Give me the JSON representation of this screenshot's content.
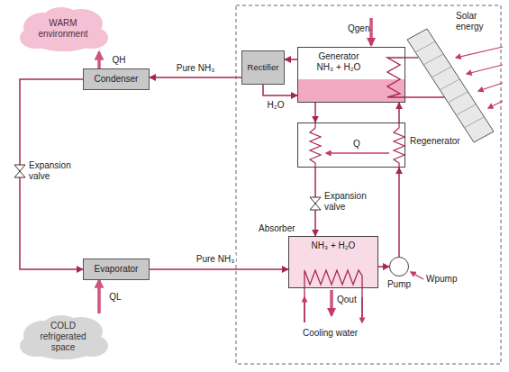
{
  "diagram": {
    "nodes": [
      {
        "text": [
          "WARM environment"
        ]
      },
      {
        "text": [
          "Condenser"
        ]
      },
      {
        "text": [
          "Rectifier"
        ]
      },
      {
        "text": [
          "Generator",
          "NH₃ + H₂O"
        ]
      },
      {
        "text": [
          "Regenerator"
        ]
      },
      {
        "text": [
          "Absorber",
          "NH₃ + H₂O"
        ]
      },
      {
        "text": [
          "Pump",
          "Wpump"
        ]
      },
      {
        "text": [
          "Evaporator"
        ]
      },
      {
        "text": [
          "COLD refrigerated space"
        ]
      }
    ],
    "edges": [
      {
        "from": 3,
        "to": 2,
        "arrow": "to"
      },
      {
        "from": 2,
        "to": 1,
        "label": "Pure NH₃",
        "arrow": "to"
      },
      {
        "from": 2,
        "to": 3,
        "label": "H₂O",
        "arrow": "to"
      },
      {
        "from": 1,
        "to": 0,
        "label": "QH",
        "arrow": "to"
      },
      {
        "from": 1,
        "to": 7,
        "arrow": "to"
      },
      {
        "from": 8,
        "to": 7,
        "label": "QL",
        "arrow": "to"
      },
      {
        "from": 7,
        "to": 5,
        "label": "Pure NH₃",
        "arrow": "to"
      },
      {
        "from": 3,
        "to": 4,
        "arrow": "to"
      },
      {
        "from": 4,
        "to": 5,
        "arrow": "to"
      },
      {
        "from": 5,
        "to": 6,
        "arrow": "to"
      },
      {
        "from": 6,
        "to": 4,
        "arrow": "to"
      },
      {
        "from": 4,
        "to": 3,
        "arrow": "to"
      }
    ],
    "labels": [
      "Qgen",
      "Solar energy",
      "Q",
      "Expansion valve",
      "Expansion valve",
      "Qout",
      "Cooling water"
    ]
  }
}
